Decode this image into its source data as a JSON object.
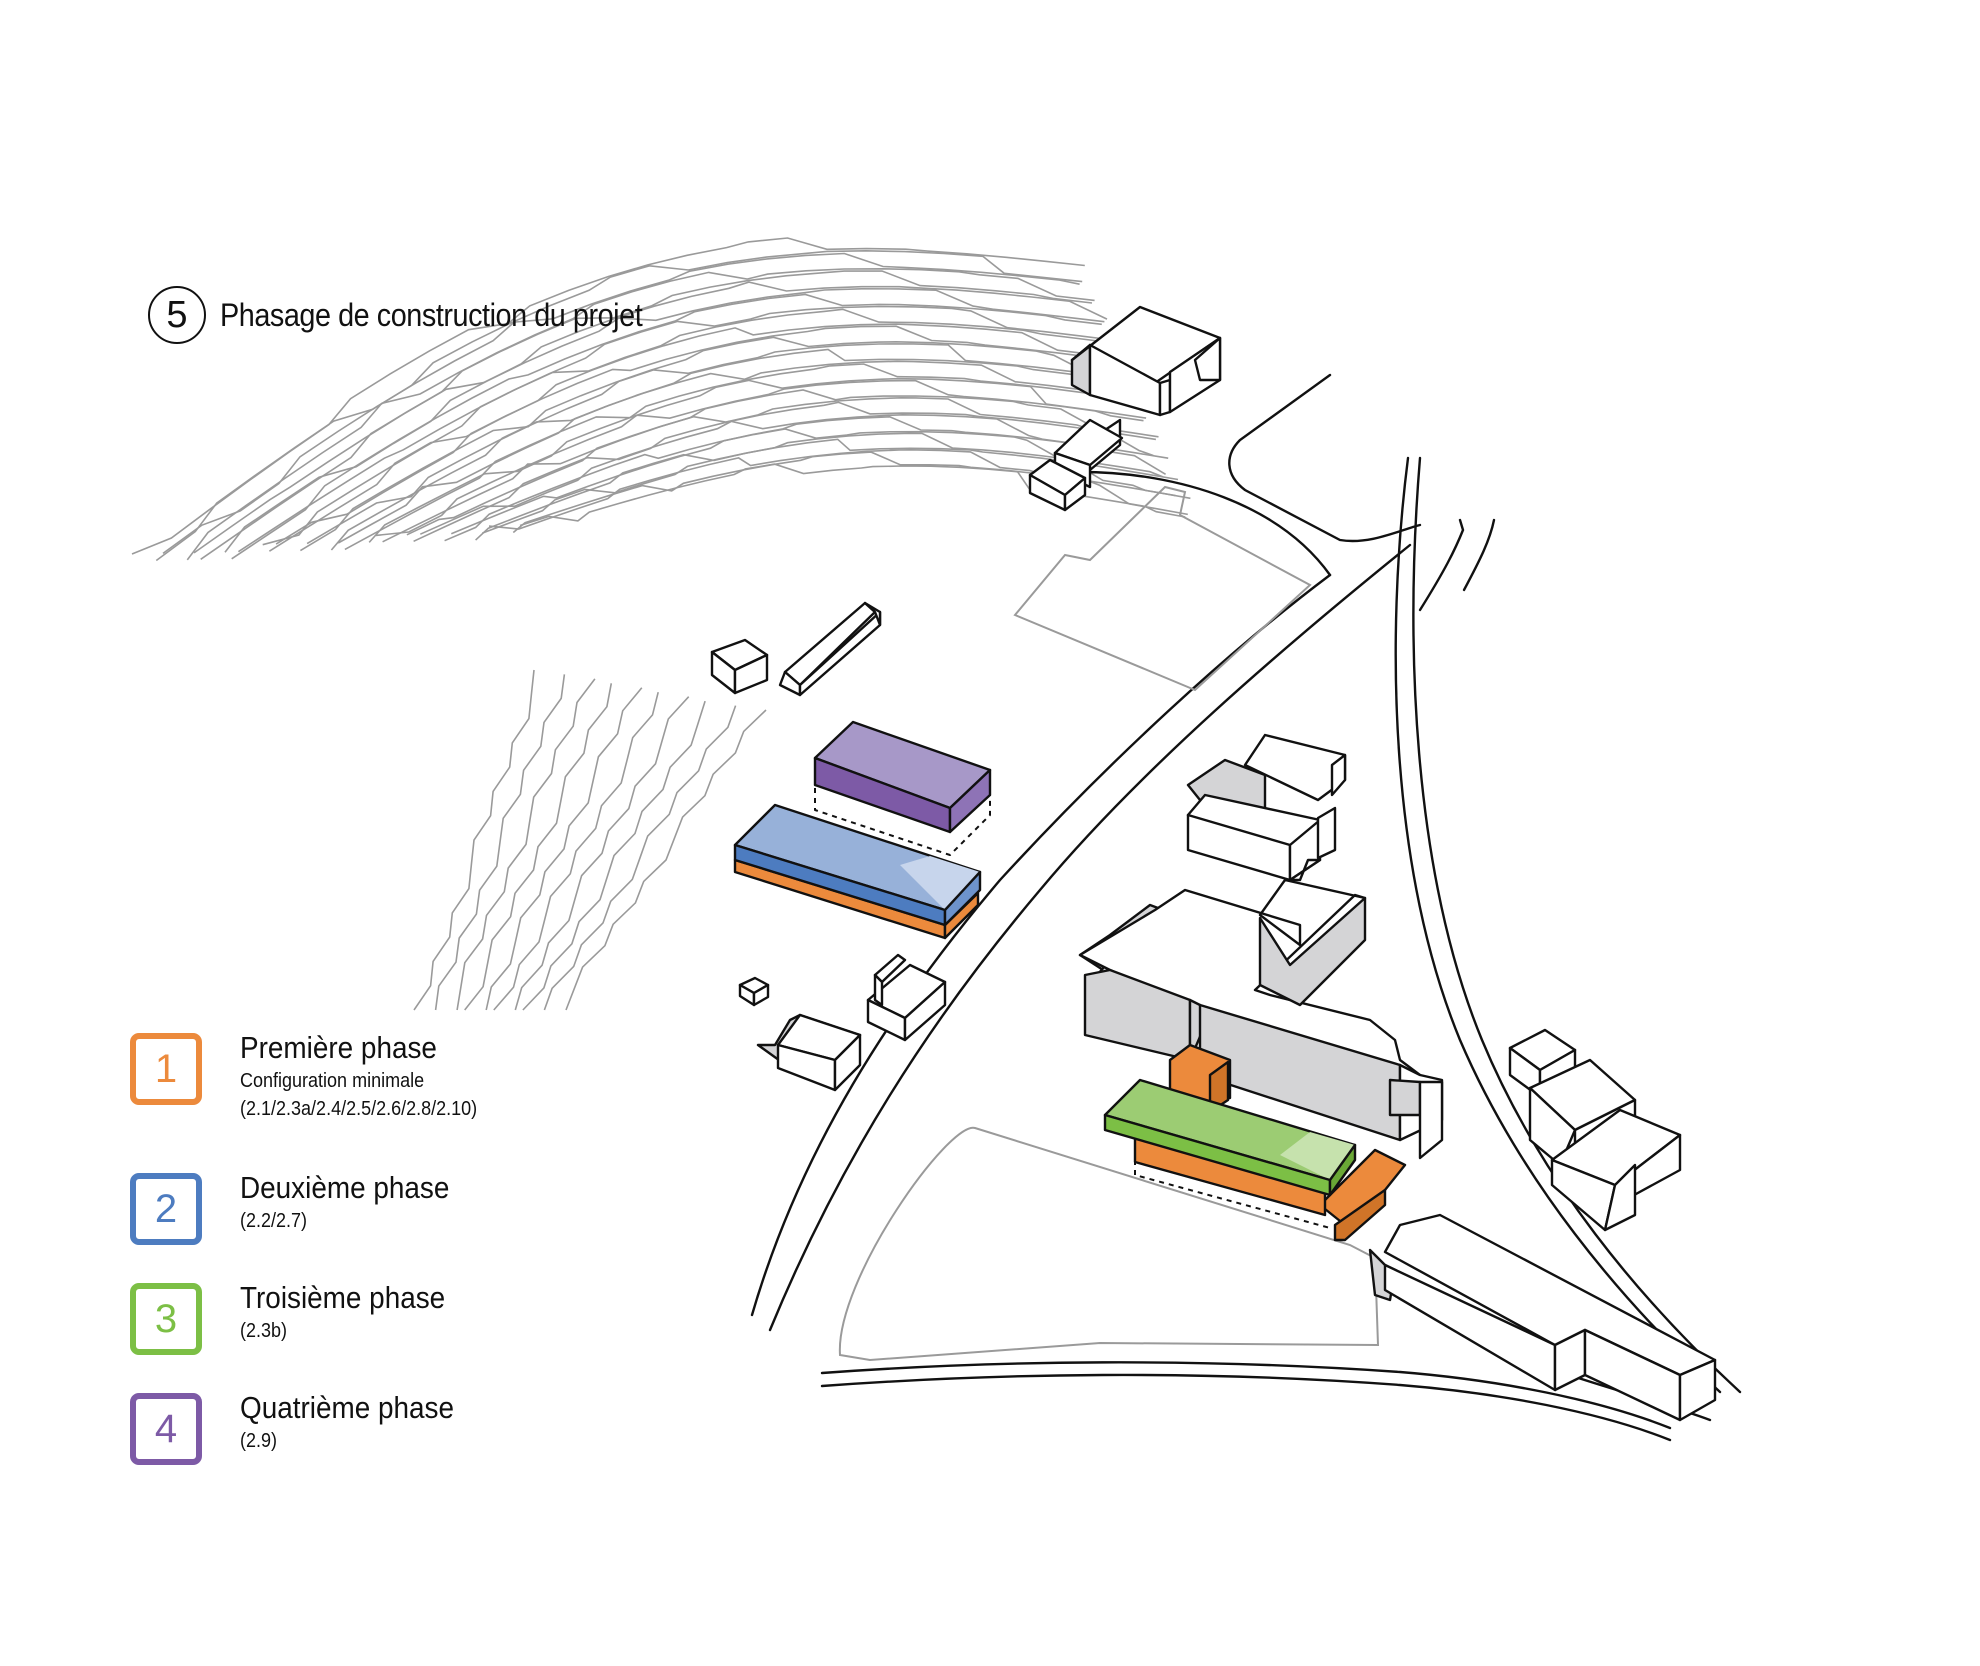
{
  "title": {
    "number": "5",
    "text": "Phasage de construction du projet"
  },
  "colors": {
    "phase1": "#ec8a3c",
    "phase2": "#4d7cc0",
    "phase3": "#7cbf45",
    "phase4": "#7d5aa6",
    "building": "#d4d4d6",
    "line": "#111111",
    "contour": "#9a9a9a"
  },
  "legend": [
    {
      "number": "1",
      "title": "Première phase",
      "lines": [
        "Configuration minimale",
        "(2.1/2.3a/2.4/2.5/2.6/2.8/2.10)"
      ],
      "color": "#ec8a3c"
    },
    {
      "number": "2",
      "title": "Deuxième phase",
      "lines": [
        "(2.2/2.7)"
      ],
      "color": "#4d7cc0"
    },
    {
      "number": "3",
      "title": "Troisième phase",
      "lines": [
        "(2.3b)"
      ],
      "color": "#7cbf45"
    },
    {
      "number": "4",
      "title": "Quatrième phase",
      "lines": [
        "(2.9)"
      ],
      "color": "#7d5aa6"
    }
  ]
}
